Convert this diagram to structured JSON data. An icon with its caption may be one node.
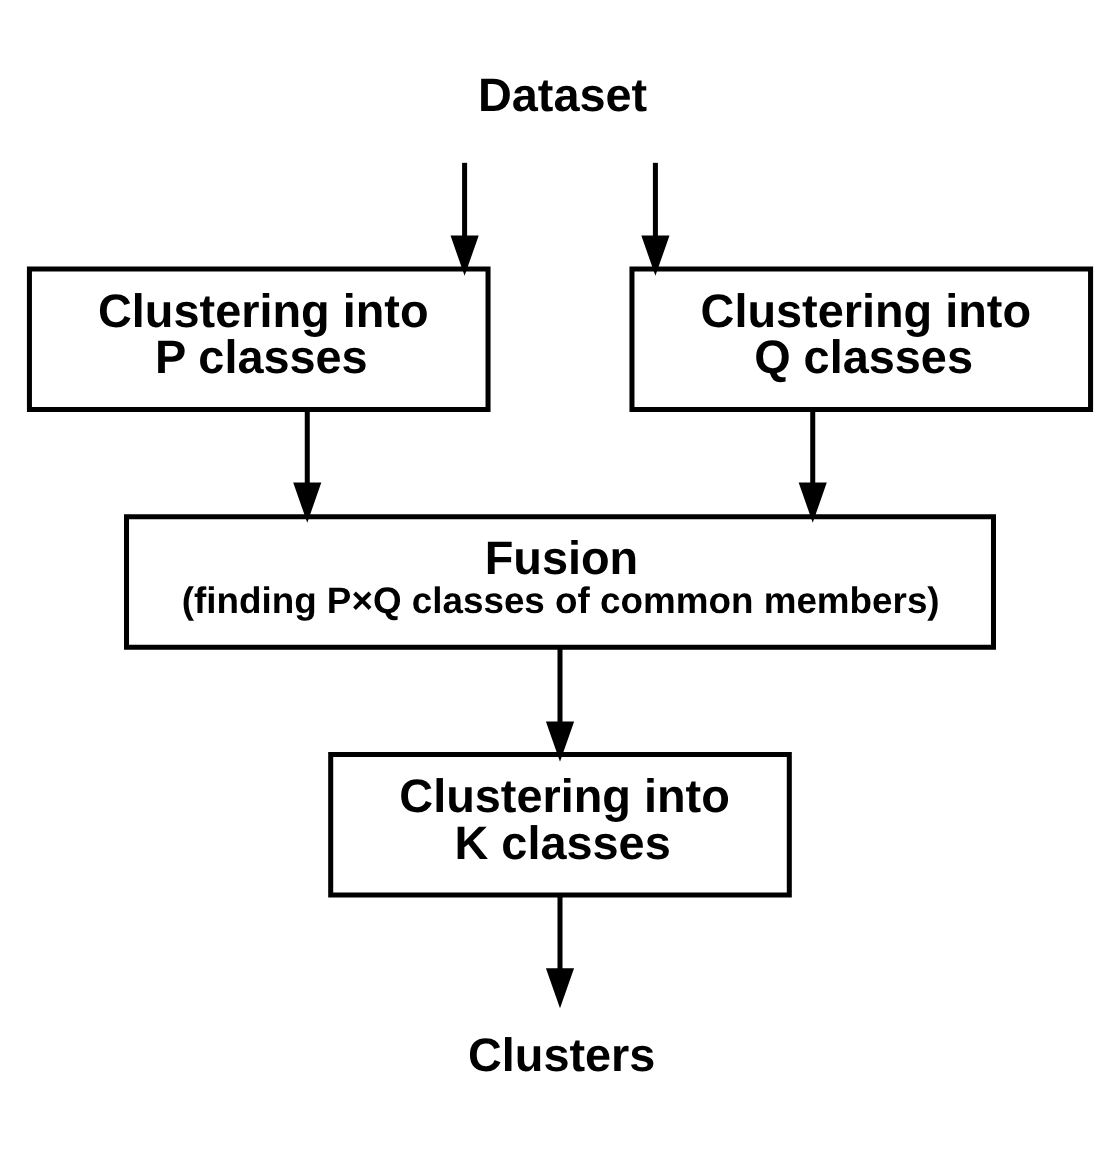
{
  "diagram": {
    "nodes": [
      {
        "text": [
          "Dataset"
        ]
      },
      {
        "text": [
          "Clustering into P classes"
        ]
      },
      {
        "text": [
          "Clustering into Q classes"
        ]
      },
      {
        "text": [
          "Fusion",
          "(finding P×Q classes of common members)"
        ]
      },
      {
        "text": [
          "Clustering into K classes"
        ]
      },
      {
        "text": [
          "Clusters"
        ]
      }
    ],
    "edges": [
      {
        "from": 0,
        "to": 1,
        "arrow": "to"
      },
      {
        "from": 0,
        "to": 2,
        "arrow": "to"
      },
      {
        "from": 1,
        "to": 3,
        "arrow": "to"
      },
      {
        "from": 2,
        "to": 3,
        "arrow": "to"
      },
      {
        "from": 3,
        "to": 4,
        "arrow": "to"
      },
      {
        "from": 4,
        "to": 5,
        "arrow": "to"
      }
    ]
  }
}
